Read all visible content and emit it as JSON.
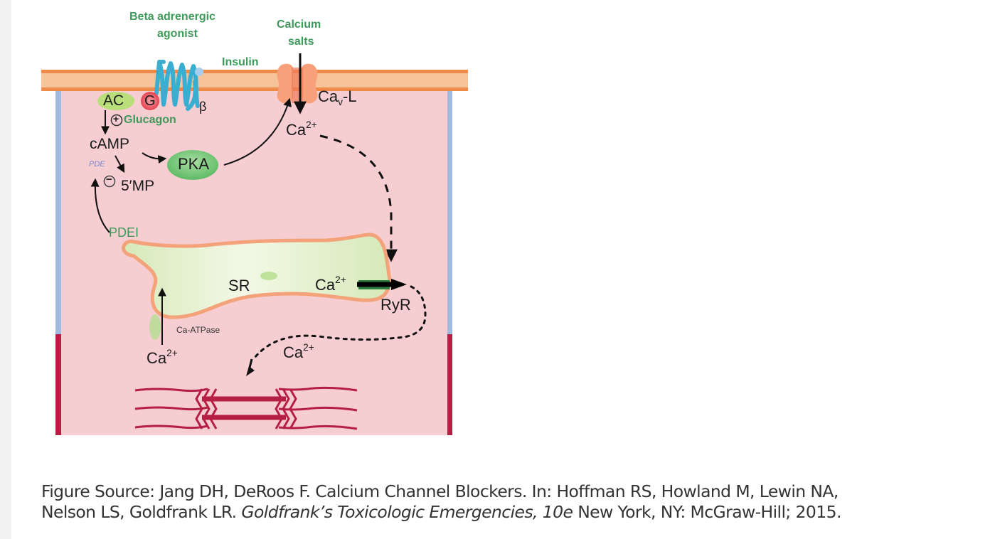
{
  "figure": {
    "title": "Calcium channel blocker mechanism in cardiac myocyte",
    "colors": {
      "membrane": "#f7c49a",
      "membrane_edge": "#f08a48",
      "cytoplasm": "#f6cdd1",
      "sarcolemma_blue": "#9fbbe0",
      "sarcolemma_red": "#b51f43",
      "receptor": "#3aaed0",
      "sr_fill": "#dcecc4",
      "sr_border": "#f3a27a",
      "green_label": "#3e9a5a",
      "pka": "#6cc36c",
      "sarcomere": "#b51f43"
    },
    "labels": {
      "beta_agonist_line1": "Beta adrenergic",
      "beta_agonist_line2": "agonist",
      "calcium_salts_line1": "Calcium",
      "calcium_salts_line2": "salts",
      "insulin": "Insulin",
      "ac": "AC",
      "g": "G",
      "beta": "β",
      "plus": "+",
      "glucagon": "Glucagon",
      "camp": "cAMP",
      "pde": "PDE",
      "minus": "−",
      "five_mp": "5′MP",
      "pka": "PKA",
      "pdei": "PDEI",
      "cav_l_base": "Ca",
      "cav_l_sub": "v",
      "cav_l_suffix": "-L",
      "ca_base": "Ca",
      "ca_charge": "2+",
      "sr": "SR",
      "ryr": "RyR",
      "ca_atpase": "Ca-ATPase"
    }
  },
  "caption": {
    "prefix": "Figure Source: Jang DH, DeRoos F. Calcium Channel Blockers. In: Hoffman RS, Howland M, Lewin NA,",
    "line2_start": "Nelson LS, Goldfrank LR. ",
    "book_title": "Goldfrank’s Toxicologic Emergencies, 10e",
    "suffix": " New York, NY: McGraw-Hill; 2015."
  }
}
